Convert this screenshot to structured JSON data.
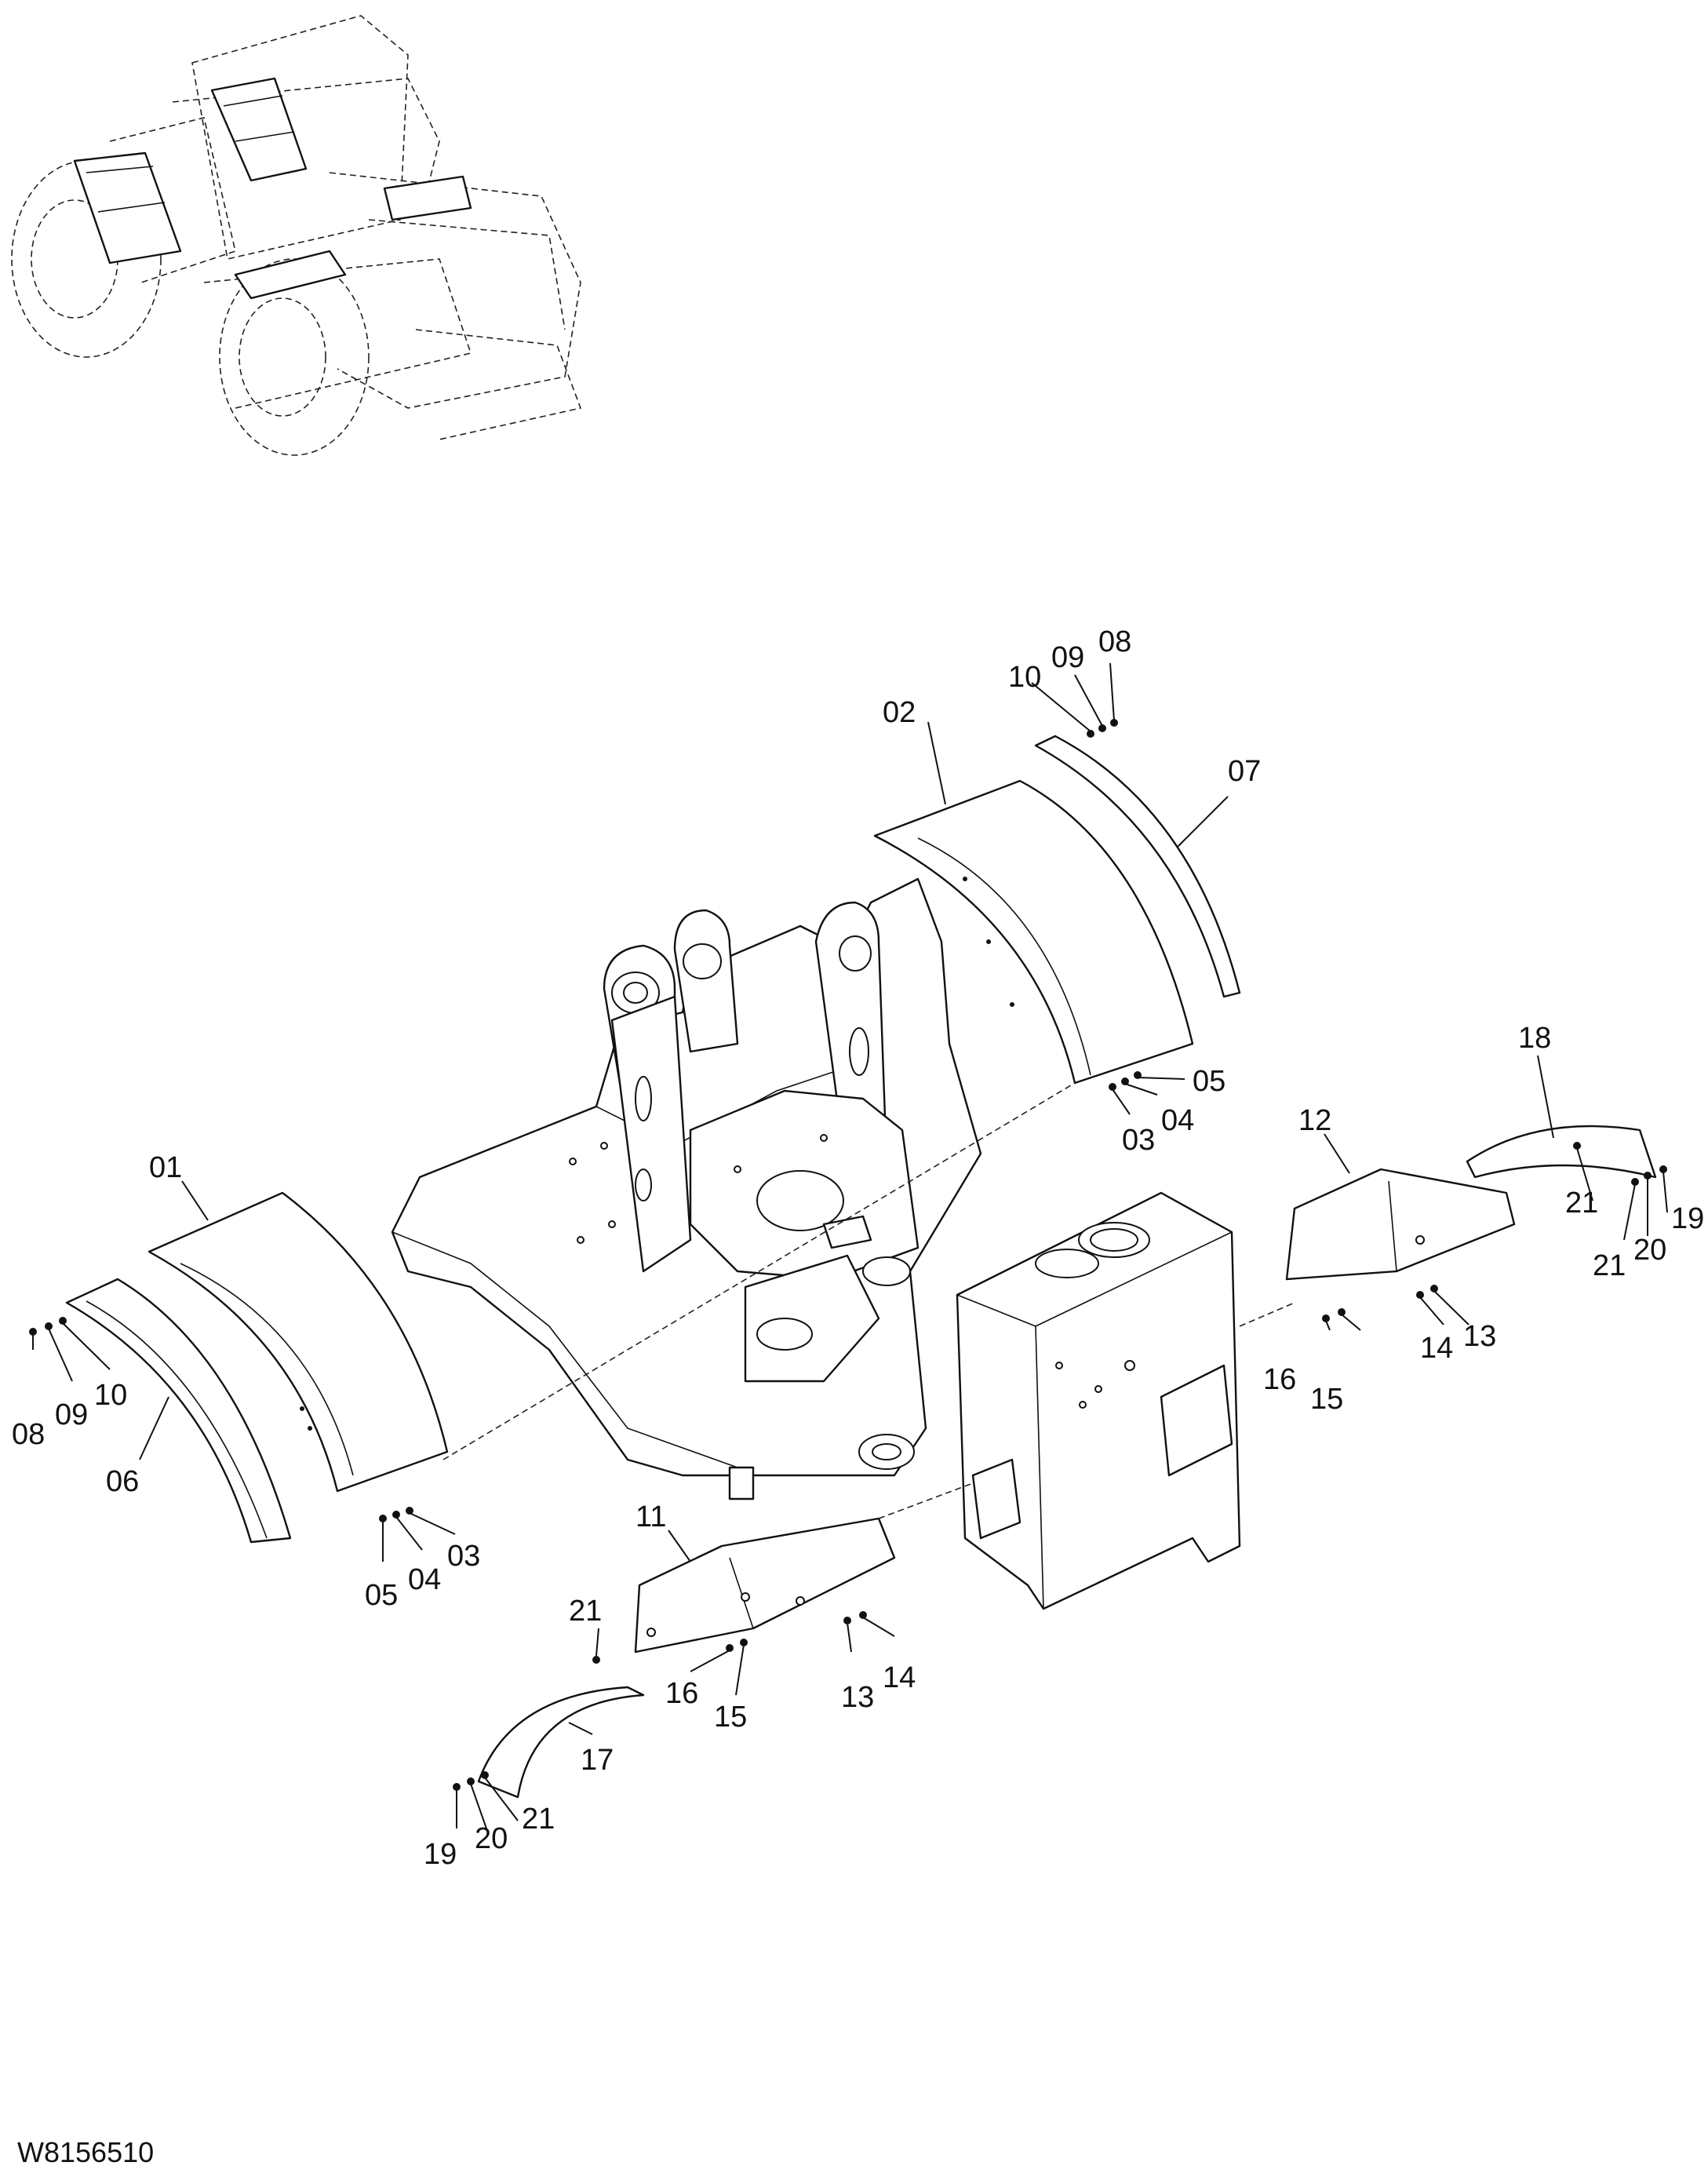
{
  "drawing_code": "W8156510",
  "callouts": {
    "c01": "01",
    "c02": "02",
    "c03a": "03",
    "c03b": "03",
    "c04a": "04",
    "c04b": "04",
    "c05a": "05",
    "c05b": "05",
    "c06": "06",
    "c07": "07",
    "c08a": "08",
    "c08b": "08",
    "c09a": "09",
    "c09b": "09",
    "c10a": "10",
    "c10b": "10",
    "c11": "11",
    "c12": "12",
    "c13a": "13",
    "c13b": "13",
    "c14a": "14",
    "c14b": "14",
    "c15a": "15",
    "c15b": "15",
    "c16a": "16",
    "c16b": "16",
    "c17": "17",
    "c18": "18",
    "c19a": "19",
    "c19b": "19",
    "c20a": "20",
    "c20b": "20",
    "c21a": "21",
    "c21b": "21",
    "c21c": "21",
    "c21d": "21"
  }
}
